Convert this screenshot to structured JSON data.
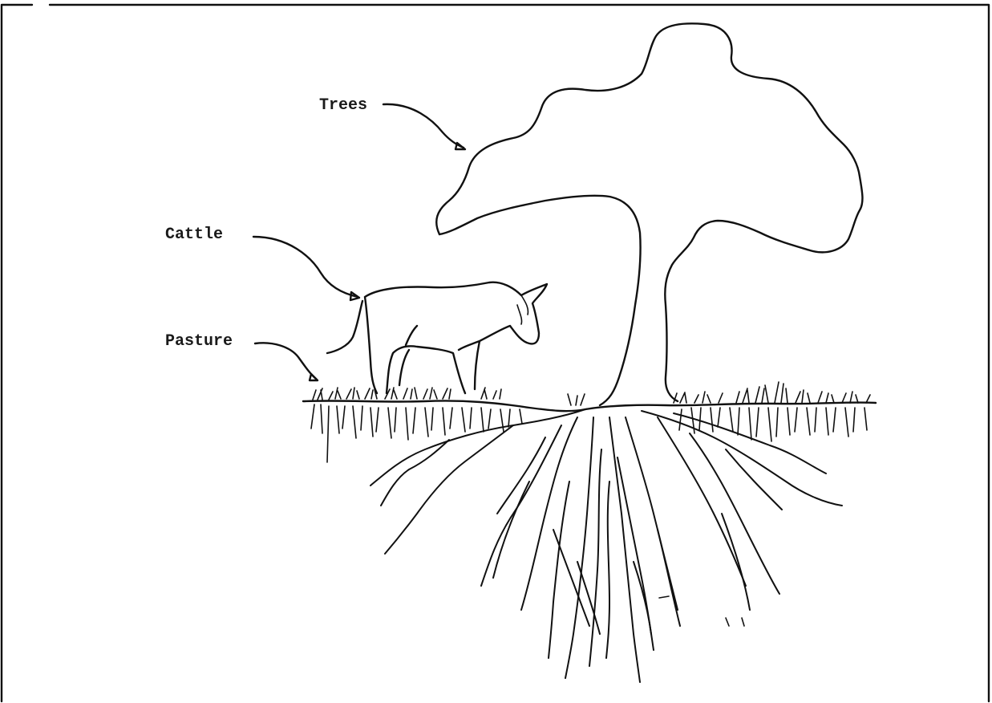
{
  "labels": {
    "trees": "Trees",
    "cattle": "Cattle",
    "pasture": "Pasture"
  },
  "colors": {
    "ink": "#111111",
    "background": "#ffffff"
  }
}
